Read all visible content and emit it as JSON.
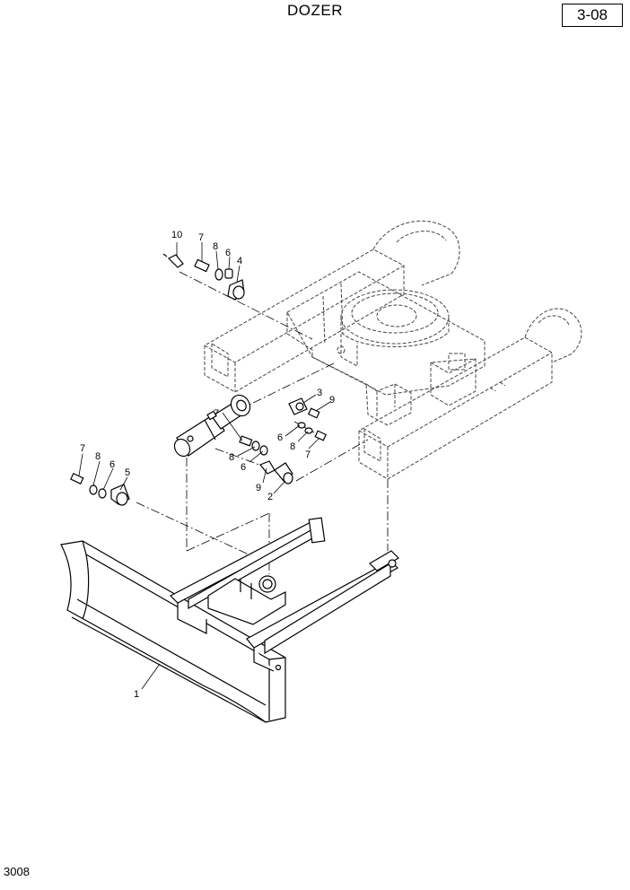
{
  "header": {
    "title": "DOZER",
    "page_number": "3-08"
  },
  "footer": {
    "figure_code": "3008"
  },
  "callouts": {
    "c10": "10",
    "c7a": "7",
    "c8a": "8",
    "c6a": "6",
    "c4": "4",
    "c3": "3",
    "c9a": "9",
    "c7b": "7",
    "c8b": "8",
    "c6b": "6",
    "c6c": "6",
    "c8c": "8",
    "c7c": "7",
    "c9b": "9",
    "c2": "2",
    "c7d": "7",
    "c8d": "8",
    "c6d": "6",
    "c5": "5",
    "c1": "1"
  }
}
